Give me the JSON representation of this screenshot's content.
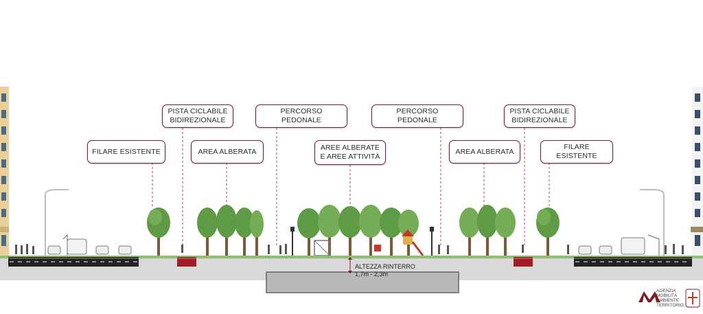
{
  "labels": {
    "filare_left": "FILARE ESISTENTE",
    "pista_left": "PISTA CICLABILE\nBIDIREZIONALE",
    "area_alberata_left": "AREA ALBERATA",
    "percorso_left": "PERCORSO PEDONALE",
    "aree_attivita": "AREE ALBERATE\nE AREE ATTIVITÀ",
    "percorso_right": "PERCORSO PEDONALE",
    "area_alberata_right": "AREA ALBERATA",
    "pista_right": "PISTA CICLABILE\nBIDIREZIONALE",
    "filare_right": "FILARE ESISTENTE"
  },
  "depth_note": {
    "title": "ALTEZZA RINTERRO",
    "range": "1,7m - 2,3m"
  },
  "logo": {
    "line1": "AGENZIA",
    "line2": "MOBILITÀ",
    "line3": "AMBIENTE",
    "line4": "TERRITORIO"
  },
  "colors": {
    "accent": "#7a1f24",
    "tree": "#5f9a46",
    "ground": "#d9d9d9",
    "asphalt": "#222222",
    "cycle_lane": "#a31d24",
    "building": "#e8d09a"
  }
}
